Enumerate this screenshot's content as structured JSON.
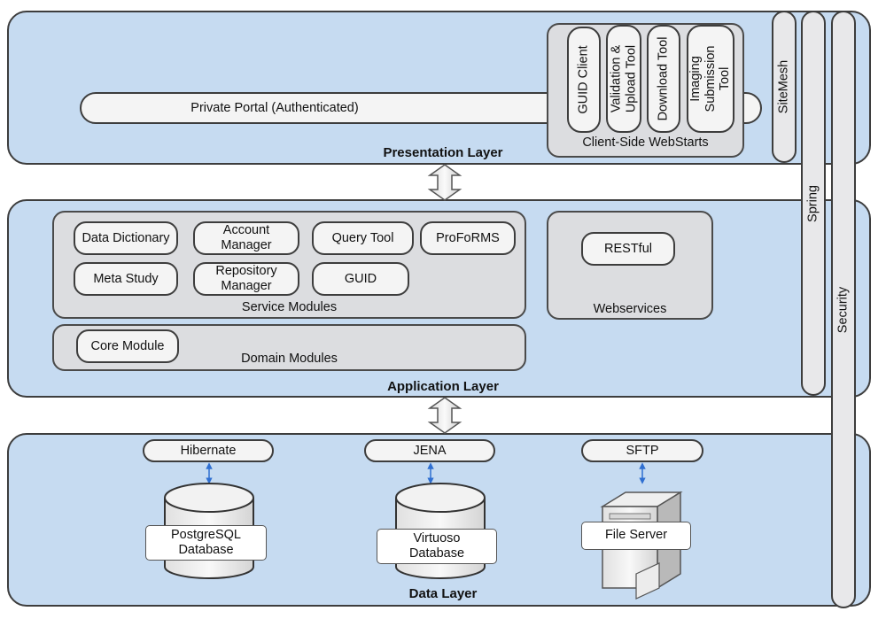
{
  "presentation": {
    "title": "Presentation Layer",
    "portal": "Private Portal (Authenticated)",
    "webstarts": {
      "title": "Client-Side WebStarts",
      "tools": [
        "GUID Client",
        "Validation &\nUpload Tool",
        "Download Tool",
        "Imaging\nSubmission\nTool"
      ]
    }
  },
  "side_bars": {
    "sitemesh": "SiteMesh",
    "spring": "Spring",
    "security": "Security"
  },
  "application": {
    "title": "Application Layer",
    "service_modules": {
      "title": "Service Modules",
      "items": [
        "Data Dictionary",
        "Account\nManager",
        "Query Tool",
        "ProFoRMS",
        "Meta Study",
        "Repository\nManager",
        "GUID"
      ]
    },
    "domain_modules": {
      "title": "Domain Modules",
      "items": [
        "Core Module"
      ]
    },
    "webservices": {
      "title": "Webservices",
      "items": [
        "RESTful"
      ]
    }
  },
  "data": {
    "title": "Data Layer",
    "stacks": [
      {
        "access": "Hibernate",
        "store": "PostgreSQL\nDatabase",
        "icon": "database-icon"
      },
      {
        "access": "JENA",
        "store": "Virtuoso\nDatabase",
        "icon": "database-icon"
      },
      {
        "access": "SFTP",
        "store": "File Server",
        "icon": "server-icon"
      }
    ]
  },
  "colors": {
    "layer_fill": "#c6dbf1",
    "group_fill": "#dcdde0",
    "pill_fill": "#f4f4f4",
    "link_arrow": "#2f6fd1"
  }
}
